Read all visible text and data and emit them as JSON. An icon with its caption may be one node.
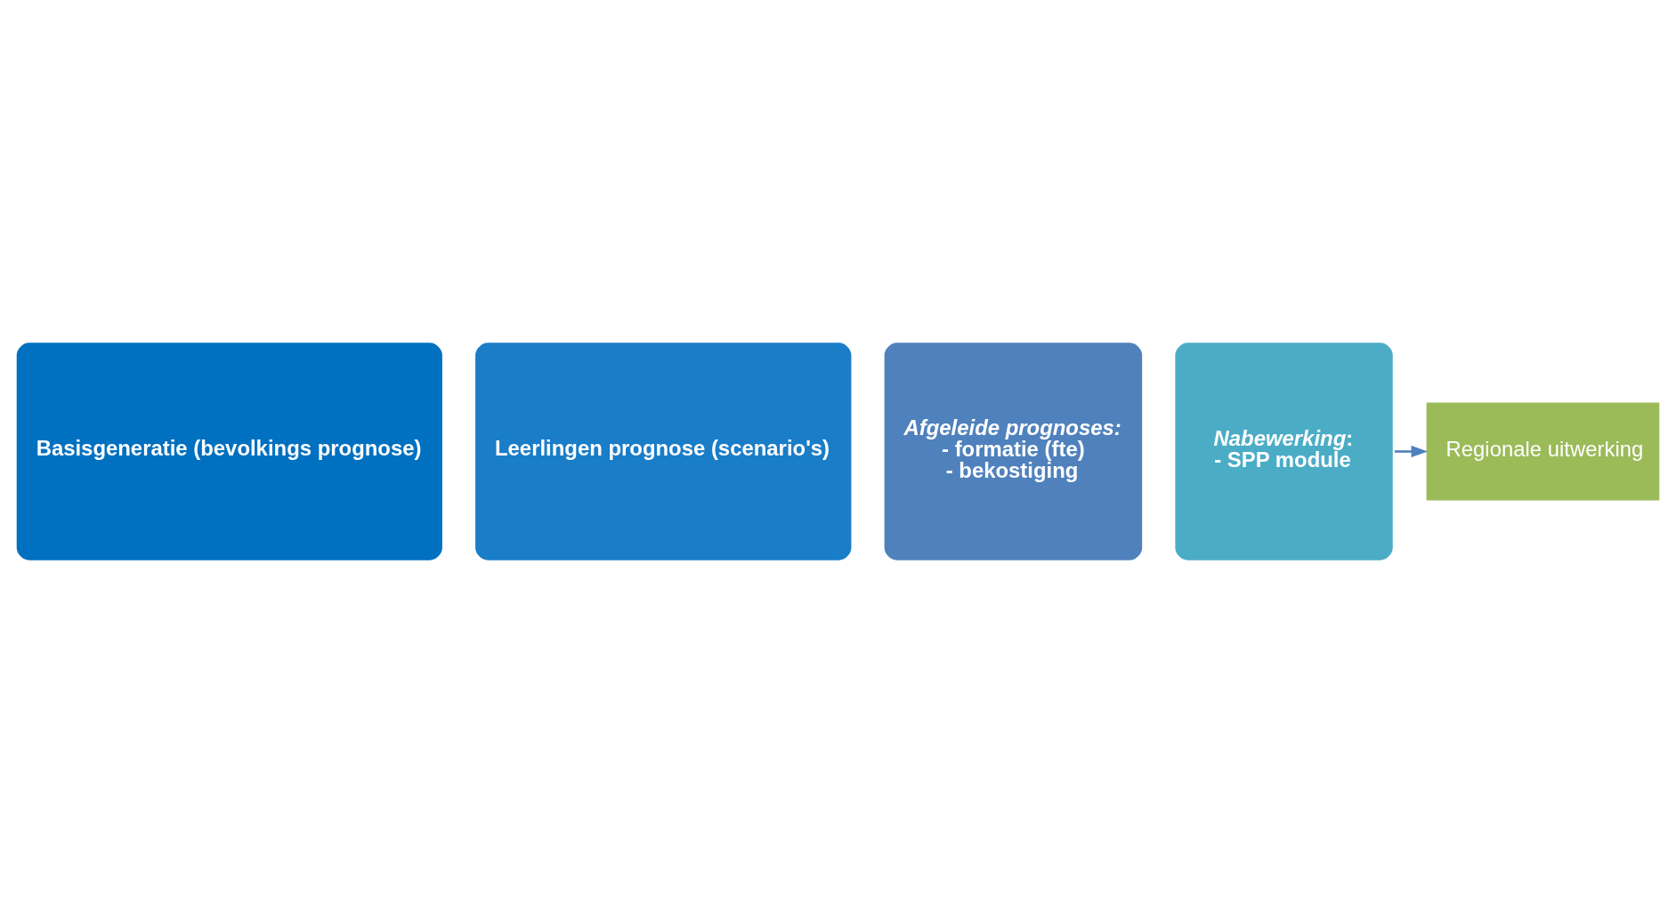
{
  "diagram": {
    "nodes": [
      {
        "text": [
          "Basisgeneratie (bevolkings prognose)"
        ]
      },
      {
        "text": [
          "Leerlingen prognose (scenario's)"
        ]
      },
      {
        "text": [
          "Afgeleide prognoses:",
          "- formatie (fte)",
          "- bekostiging"
        ]
      },
      {
        "text": [
          "*Nabewerking*:",
          "- SPP module"
        ]
      },
      {
        "text": [
          "Regionale uitwerking"
        ]
      }
    ],
    "edges": [
      {
        "from": 3,
        "to": 4,
        "arrow": "to"
      }
    ]
  }
}
